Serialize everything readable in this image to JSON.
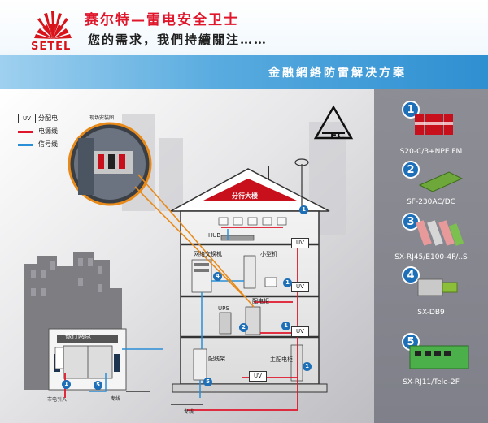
{
  "header": {
    "company_slogan": "赛尔特—雷电安全卫士",
    "tagline": "您的需求，我們持續關注……",
    "logo_text": "SETEL",
    "solution_title": "金融網絡防雷解决方案"
  },
  "legend": {
    "uv_label": "UV",
    "distribution": "分配电",
    "power_line": "电源线",
    "signal_line": "信号线"
  },
  "inset_title": "现场安装图",
  "brand_mark": "EC",
  "building": {
    "roof_label": "分行大楼",
    "hub": "HUB",
    "network_switch": "网络交换机",
    "minicomputer": "小型机",
    "distribution_cabinet": "配电柜",
    "ups": "UPS",
    "patch_rack": "配线架",
    "main_distribution": "主配电柜"
  },
  "bank": {
    "branch_label": "银行网点"
  },
  "ground": {
    "mains_in": "市电引入",
    "dedicated_line_1": "专线",
    "dedicated_line_2": "专线"
  },
  "markers": [
    "1",
    "2",
    "3",
    "4",
    "5"
  ],
  "uv_tag": "UV",
  "products": [
    {
      "num": "1",
      "label": "S20-C/3+NPE FM"
    },
    {
      "num": "2",
      "label": "SF-230AC/DC"
    },
    {
      "num": "3",
      "label": "SX-RJ45/E100-4F/..S"
    },
    {
      "num": "4",
      "label": "SX-DB9"
    },
    {
      "num": "5",
      "label": "SX-RJ11/Tele-2F"
    }
  ],
  "colors": {
    "power": "#e0162b",
    "signal": "#2a8fd6",
    "accent": "#1d6fb8",
    "orange": "#e88a1a"
  }
}
